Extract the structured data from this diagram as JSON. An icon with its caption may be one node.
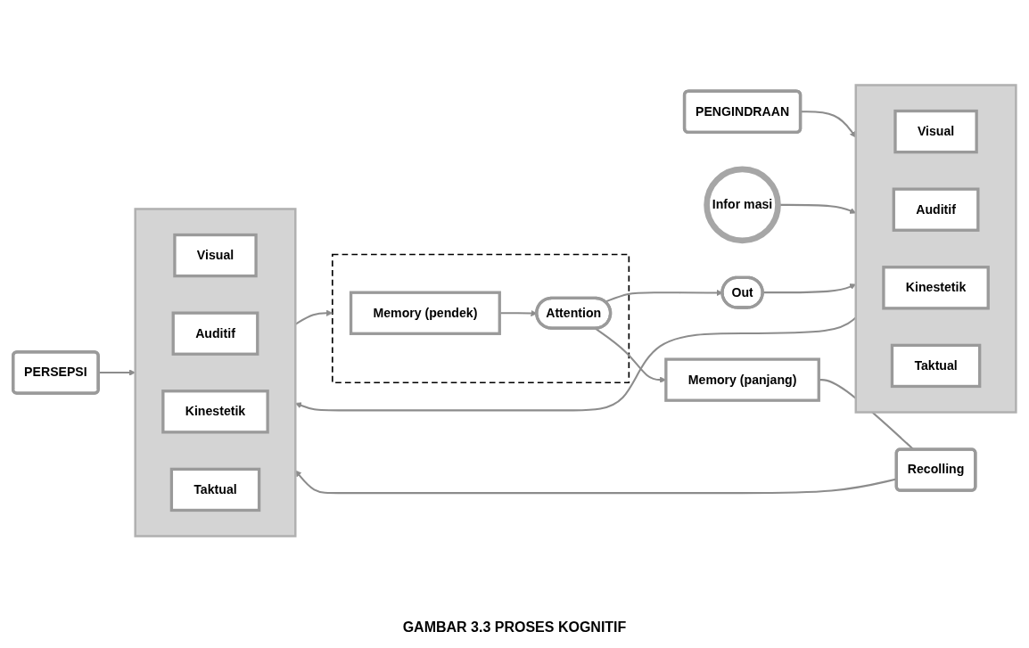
{
  "diagram": {
    "caption": "GAMBAR 3.3 PROSES KOGNITIF",
    "nodes": [
      {
        "text": [
          "PENGINDRAAN"
        ]
      },
      {
        "text": [
          "PERSEPSI"
        ]
      },
      {
        "text": [
          "Infor masi"
        ]
      },
      {
        "text": [],
        "shape": "box"
      },
      {
        "text": [
          "Visual"
        ],
        "in": 3
      },
      {
        "text": [
          "Auditif"
        ],
        "in": 3
      },
      {
        "text": [
          "Kinestetik"
        ],
        "in": 3
      },
      {
        "text": [
          "Taktual"
        ],
        "in": 3
      },
      {
        "text": [],
        "shape": "box"
      },
      {
        "text": [
          "Visual"
        ],
        "in": 8
      },
      {
        "text": [
          "Auditif"
        ],
        "in": 8
      },
      {
        "text": [
          "Kinestetik"
        ],
        "in": 8
      },
      {
        "text": [
          "Taktual"
        ],
        "in": 8
      },
      {
        "text": [],
        "shape": "box"
      },
      {
        "text": [
          "Memory (pendek)"
        ],
        "in": 13
      },
      {
        "text": [
          "Attention"
        ],
        "in": 13
      },
      {
        "text": [
          "Out"
        ]
      },
      {
        "text": [
          "Memory (panjang)"
        ]
      },
      {
        "text": [
          "Recolling"
        ]
      }
    ],
    "edges": [
      {
        "from": 0,
        "to": 3,
        "arrow": "to"
      },
      {
        "from": 1,
        "to": 8,
        "arrow": "to"
      },
      {
        "from": 2,
        "to": 3,
        "arrow": "to"
      },
      {
        "from": 3,
        "to": 8,
        "arrow": "to"
      },
      {
        "from": 8,
        "to": 13,
        "arrow": "to"
      },
      {
        "from": 14,
        "to": 15,
        "arrow": "to"
      },
      {
        "from": 15,
        "to": 16,
        "arrow": "to"
      },
      {
        "from": 15,
        "to": 17,
        "arrow": "to"
      },
      {
        "from": 17,
        "to": 18,
        "arrow": "none"
      },
      {
        "from": 18,
        "to": 8,
        "arrow": "to"
      },
      {
        "from": 16,
        "to": 3,
        "arrow": "to"
      }
    ]
  }
}
